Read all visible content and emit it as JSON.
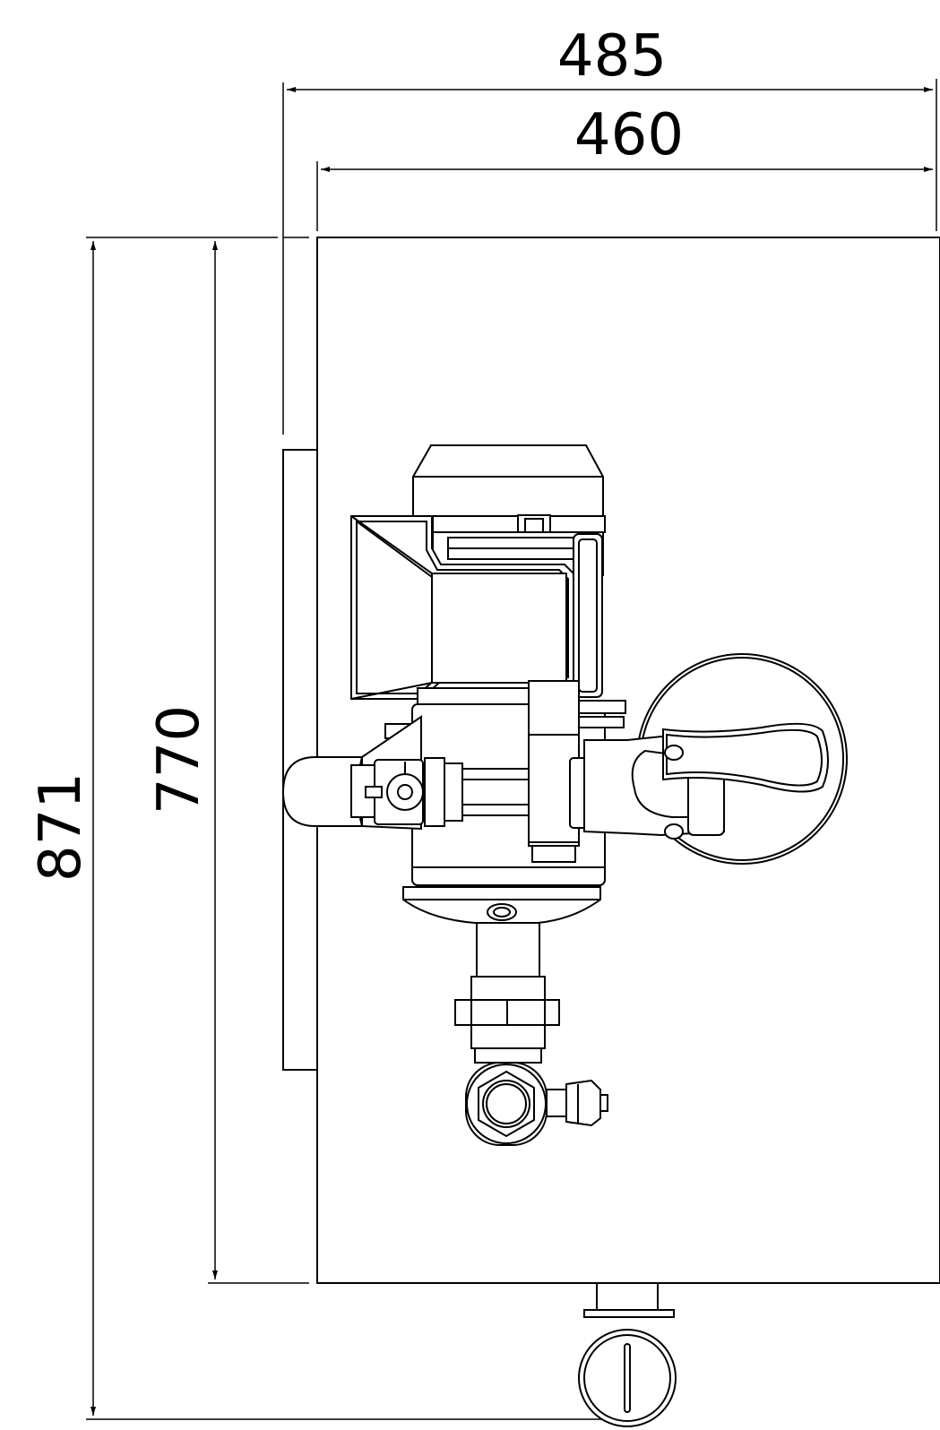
{
  "drawing": {
    "line_color": "#000000",
    "background": "#ffffff"
  },
  "dimensions": {
    "overall_width": "485",
    "frame_width": "460",
    "overall_height": "871",
    "frame_height": "770"
  }
}
